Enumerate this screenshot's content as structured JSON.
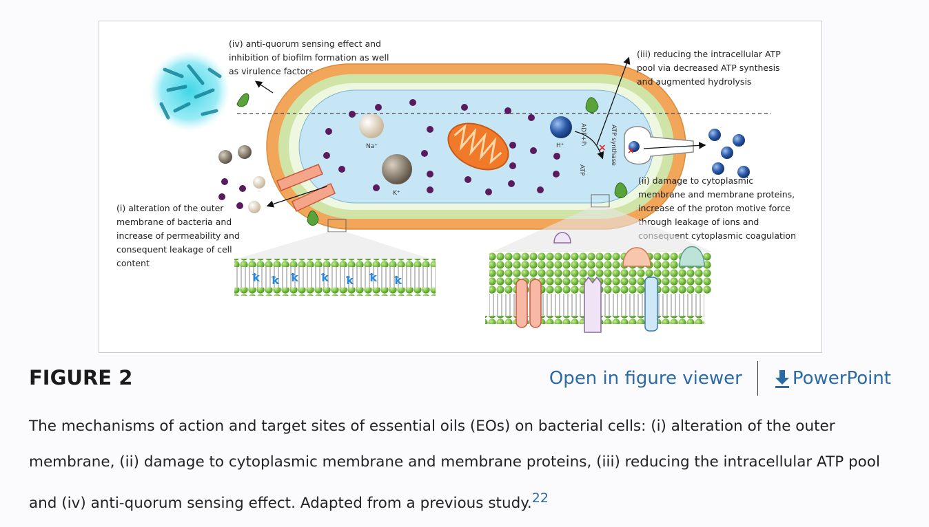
{
  "figure": {
    "labels": {
      "iv": [
        "(iv) anti-quorum sensing effect and",
        "inhibition of biofilm formation as well",
        "as virulence factors"
      ],
      "iii": [
        "(iii) reducing the intracellular ATP",
        "pool via decreased ATP synthesis",
        "and augmented hydrolysis"
      ],
      "ii": [
        "(ii) damage to cytoplasmic",
        "membrane and membrane proteins,",
        "increase of the proton motive force",
        "through leakage of ions and",
        "consequent cytoplasmic coagulation"
      ],
      "i": [
        "(i) alteration of the outer",
        "membrane of bacteria and",
        "increase of permeability and",
        "consequent leakage of cell",
        "content"
      ]
    },
    "ions": {
      "na": "Na⁺",
      "k": "K⁺",
      "h": "H⁺"
    },
    "atp_labels": {
      "adp": "ADP+Pᵢ",
      "atp": "ATP",
      "synthase": "ATP synthase"
    }
  },
  "figure_title": "FIGURE 2",
  "actions": {
    "open_viewer": "Open in figure viewer",
    "powerpoint": "PowerPoint"
  },
  "caption": {
    "text": "The mechanisms of action and target sites of essential oils (EOs) on bacterial cells: (i) alteration of the outer membrane, (ii) damage to cytoplasmic membrane and membrane proteins, (iii) reducing the intracellular ATP pool and (iv) anti-quorum sensing effect. Adapted from a previous study.",
    "ref": "22"
  },
  "colors": {
    "link": "#2a6aa6",
    "outer_membrane": "#f2a65a",
    "inner_layer": "#cfe4a6",
    "cytoplasm": "#c7e6f5",
    "dots": "#5a1a5e",
    "lipid_head": "#7cc242"
  }
}
